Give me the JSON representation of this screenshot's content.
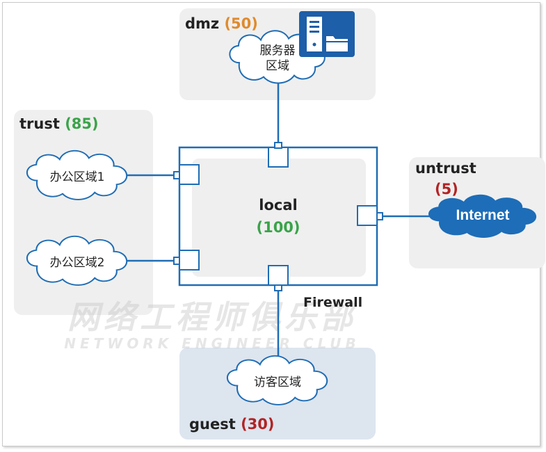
{
  "zones": {
    "dmz": {
      "name": "dmz",
      "priority": "(50)",
      "cloud_line1": "服务器",
      "cloud_line2": "区域"
    },
    "trust": {
      "name": "trust",
      "priority": "(85)",
      "cloud1": "办公区域1",
      "cloud2": "办公区域2"
    },
    "untrust": {
      "name": "untrust",
      "priority": "(5)",
      "cloud": "Internet"
    },
    "guest": {
      "name": "guest",
      "priority": "(30)",
      "cloud": "访客区域"
    },
    "local": {
      "name": "local",
      "priority": "(100)"
    }
  },
  "firewall_label": "Firewall",
  "watermark": {
    "cn": "网络工程师俱乐部",
    "en": "NETWORK ENGINEER CLUB"
  },
  "colors": {
    "line": "#1f6db5",
    "priority_dmz": "#e08a2c",
    "priority_trust": "#3aa34a",
    "priority_local": "#3aa34a",
    "priority_untrust": "#b22424",
    "priority_guest": "#b22424",
    "internet_cloud": "#1d6db8"
  },
  "icons": [
    "server-icon",
    "folder-icon"
  ]
}
